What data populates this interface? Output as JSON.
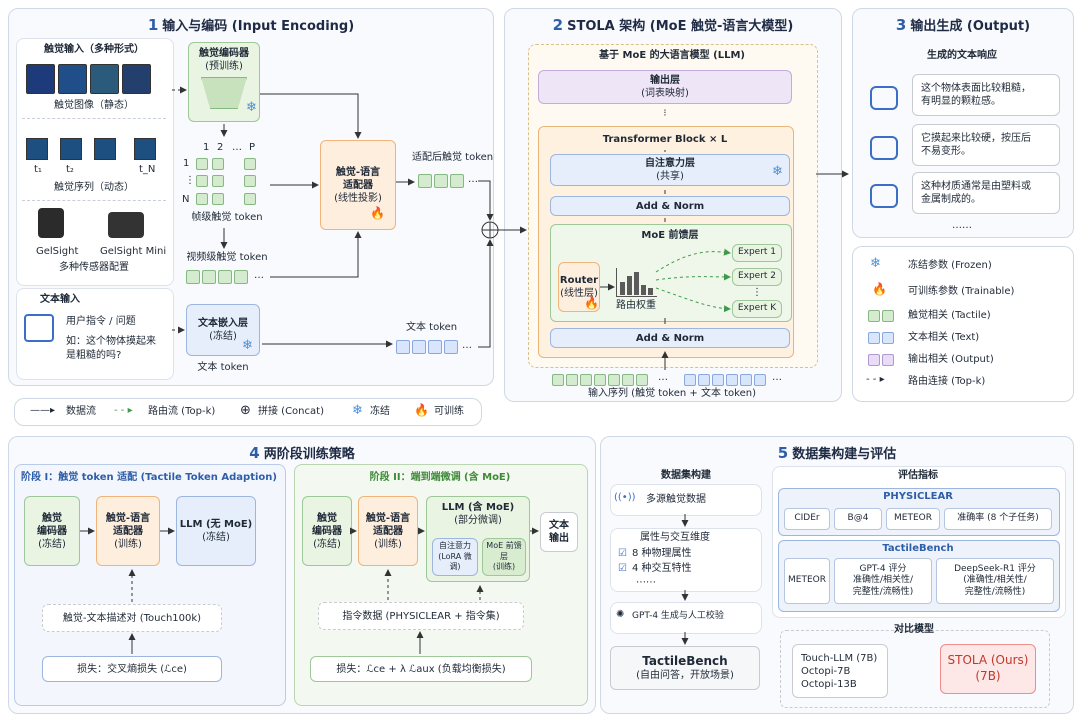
{
  "p1": {
    "num": "1",
    "title": "输入与编码 (Input Encoding)",
    "tactile_input": "触觉输入（多种形式）",
    "tactile_image": "触觉图像（静态）",
    "t1": "t₁",
    "t2": "t₂",
    "tN": "t_N",
    "tactile_seq": "触觉序列（动态）",
    "sensor1": "GelSight",
    "sensor2": "GelSight Mini",
    "sensor_cfg": "多种传感器配置",
    "encoder": "触觉编码器",
    "encoder_sub": "(预训练)",
    "grid_cols": [
      "1",
      "2",
      "…",
      "P"
    ],
    "grid_rows": [
      "1",
      "⋮",
      "N"
    ],
    "frame_token": "帧级触觉 token",
    "video_token": "视频级触觉 token",
    "adapter": "触觉-语言",
    "adapter2": "适配器",
    "adapter_sub": "(线性投影)",
    "adapted_token": "适配后触觉 token",
    "text_input": "文本输入",
    "user_cmd": "用户指令 / 问题",
    "example": "如：这个物体摸起来",
    "example2": "是粗糙的吗?",
    "embed": "文本嵌入层",
    "embed_sub": "(冻结)",
    "text_token_label": "文本 token",
    "text_token2": "文本 token",
    "ellipsis": "…"
  },
  "p2": {
    "num": "2",
    "title": "STOLA 架构 (MoE 触觉-语言大模型)",
    "llm": "基于 MoE 的大语言模型 (LLM)",
    "output_layer": "输出层",
    "output_sub": "(词表映射)",
    "dots": "⁝",
    "block": "Transformer Block × L",
    "attn": "自注意力层",
    "attn_sub": "(共享)",
    "addnorm1": "Add & Norm",
    "moe": "MoE 前馈层",
    "router": "Router",
    "router_sub": "(线性层)",
    "route_weight": "路由权重",
    "experts": [
      "Expert 1",
      "Expert 2",
      "⋮",
      "Expert K"
    ],
    "addnorm2": "Add & Norm",
    "input_seq": "输入序列 (触觉 token + 文本 token)",
    "ellipsis": "…"
  },
  "p3": {
    "num": "3",
    "title": "输出生成 (Output)",
    "resp_title": "生成的文本响应",
    "resp": [
      "这个物体表面比较粗糙，",
      "有明显的颗粒感。",
      "它摸起来比较硬，按压后",
      "不易变形。",
      "这种材质通常是由塑料或",
      "金属制成的。"
    ],
    "more": "……",
    "legend": [
      "冻结参数 (Frozen)",
      "可训练参数 (Trainable)",
      "触觉相关 (Tactile)",
      "文本相关 (Text)",
      "输出相关 (Output)",
      "路由连接 (Top-k)"
    ]
  },
  "legend_bar": [
    "数据流",
    "路由流 (Top-k)",
    "拼接 (Concat)",
    "冻结",
    "可训练"
  ],
  "p4": {
    "num": "4",
    "title": "两阶段训练策略",
    "s1": "阶段 I：触觉 token 适配 (Tactile Token Adaption)",
    "s1_enc": "触觉",
    "s1_enc2": "编码器",
    "s1_enc3": "(冻结)",
    "s1_ad": "触觉-语言",
    "s1_ad2": "适配器",
    "s1_ad3": "(训练)",
    "s1_llm": "LLM (无 MoE)",
    "s1_llm2": "(冻结)",
    "s1_data": "触觉-文本描述对 (Touch100k)",
    "s1_loss": "损失：交叉熵损失 (ℒce)",
    "s2": "阶段 II：端到端微调 (含 MoE)",
    "s2_enc": "触觉",
    "s2_enc2": "编码器",
    "s2_enc3": "(冻结)",
    "s2_ad": "触觉-语言",
    "s2_ad2": "适配器",
    "s2_ad3": "(训练)",
    "s2_llm": "LLM (含 MoE)",
    "s2_llm2": "(部分微调)",
    "s2_attn": "自注意力",
    "s2_attn2": "(LoRA 微调)",
    "s2_moe": "MoE 前馈层",
    "s2_moe2": "(训练)",
    "s2_out": "文本",
    "s2_out2": "输出",
    "s2_data": "指令数据 (PHYSICLEAR + 指令集)",
    "s2_loss": "损失：ℒce + λ ℒaux (负载均衡损失)"
  },
  "p5": {
    "num": "5",
    "title": "数据集构建与评估",
    "build": "数据集构建",
    "multi": "多源触觉数据",
    "attr": "属性与交互维度",
    "attr1": "8 种物理属性",
    "attr2": "4 种交互特性",
    "more": "⋯⋯",
    "gpt": "GPT-4 生成与人工校验",
    "bench": "TactileBench",
    "bench_sub": "(自由问答，开放场景)",
    "eval": "评估指标",
    "physiclear": "PHYSICLEAR",
    "m1": [
      "CIDEr",
      "B@4",
      "METEOR",
      "准确率 (8 个子任务)"
    ],
    "tb": "TactileBench",
    "m2a": "METEOR",
    "m2b": "GPT-4 评分",
    "m2b2": "准确性/相关性/",
    "m2b3": "完整性/流畅性)",
    "m2c": "DeepSeek-R1 评分",
    "m2c2": "(准确性/相关性/",
    "m2c3": "完整性/流畅性)",
    "compare": "对比模型",
    "models": [
      "Touch-LLM (7B)",
      "Octopi-7B",
      "Octopi-13B"
    ],
    "ours": "STOLA (Ours)",
    "ours2": "(7B)"
  }
}
